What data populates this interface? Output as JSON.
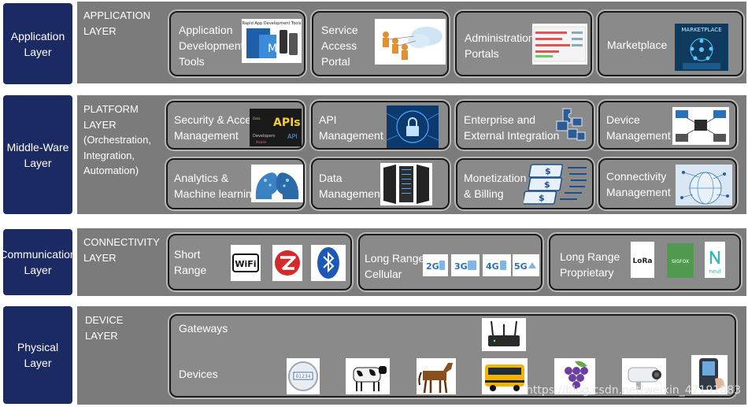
{
  "layers": {
    "application": {
      "side_label": "Application\nLayer",
      "band_title": "APPLICATION\nLAYER",
      "boxes": [
        {
          "label": "Application\nDevelopment\nTools",
          "icon": "app-dev-tools-image",
          "caption": "Rapid App Development Tools"
        },
        {
          "label": "Service\nAccess\nPortal",
          "icon": "service-portal-image"
        },
        {
          "label": "Administration\nPortals",
          "icon": "admin-portal-image"
        },
        {
          "label": "Marketplace",
          "icon": "marketplace-image",
          "caption": "MARKETPLACE"
        }
      ]
    },
    "middleware": {
      "side_label": "Middle-Ware\nLayer",
      "band_title": "PLATFORM\nLAYER\n(Orchestration,\nIntegration,\nAutomation)",
      "boxes": [
        {
          "label": "Security & Access\nManagement",
          "icon": "apis-wordcloud-image",
          "caption": "APIs"
        },
        {
          "label": "API\nManagement",
          "icon": "lock-network-image"
        },
        {
          "label": "Enterprise and\nExternal Integration",
          "icon": "puzzle-image"
        },
        {
          "label": "Device\nManagement",
          "icon": "device-network-image"
        },
        {
          "label": "Analytics &\nMachine learning",
          "icon": "brain-heads-image"
        },
        {
          "label": "Data\nManagement",
          "icon": "server-racks-image"
        },
        {
          "label": "Monetization\n& Billing",
          "icon": "dollar-bills-image"
        },
        {
          "label": "Connectivity\nManagement",
          "icon": "globe-network-image"
        }
      ]
    },
    "communication": {
      "side_label": "Communication\nLayer",
      "band_title": "CONNECTIVITY\nLAYER",
      "boxes": [
        {
          "label": "Short\nRange",
          "icons": [
            "wifi-icon",
            "zigbee-icon",
            "bluetooth-icon"
          ],
          "wifi_text": "WiFi"
        },
        {
          "label": "Long Range\nCellular",
          "icons": [
            "2g-icon",
            "3g-icon",
            "4g-icon",
            "5g-icon"
          ],
          "badges": [
            "2G",
            "3G",
            "4G",
            "5G"
          ]
        },
        {
          "label": "Long Range\nProprietary",
          "icons": [
            "lora-icon",
            "sigfox-icon",
            "neul-icon"
          ],
          "logo_texts": [
            "LoRa",
            "SIGFOX",
            "neul"
          ]
        }
      ]
    },
    "physical": {
      "side_label": "Physical\nLayer",
      "band_title": "DEVICE\nLAYER",
      "gateways_label": "Gateways",
      "devices_label": "Devices",
      "gateway_icon": "router-image",
      "device_icons": [
        "meter-image",
        "cow-image",
        "horse-image",
        "school-bus-image",
        "grapes-image",
        "camera-image",
        "handheld-device-image"
      ],
      "meter_text": "01234"
    }
  },
  "watermark": "https://blog.csdn.net/weixin_47191883",
  "colors": {
    "side_bg": "#1c2a63",
    "band_bg": "#7b7b7b",
    "box_bg": "#8a8a8a",
    "box_border": "#1a1a1a",
    "text": "#ffffff"
  }
}
